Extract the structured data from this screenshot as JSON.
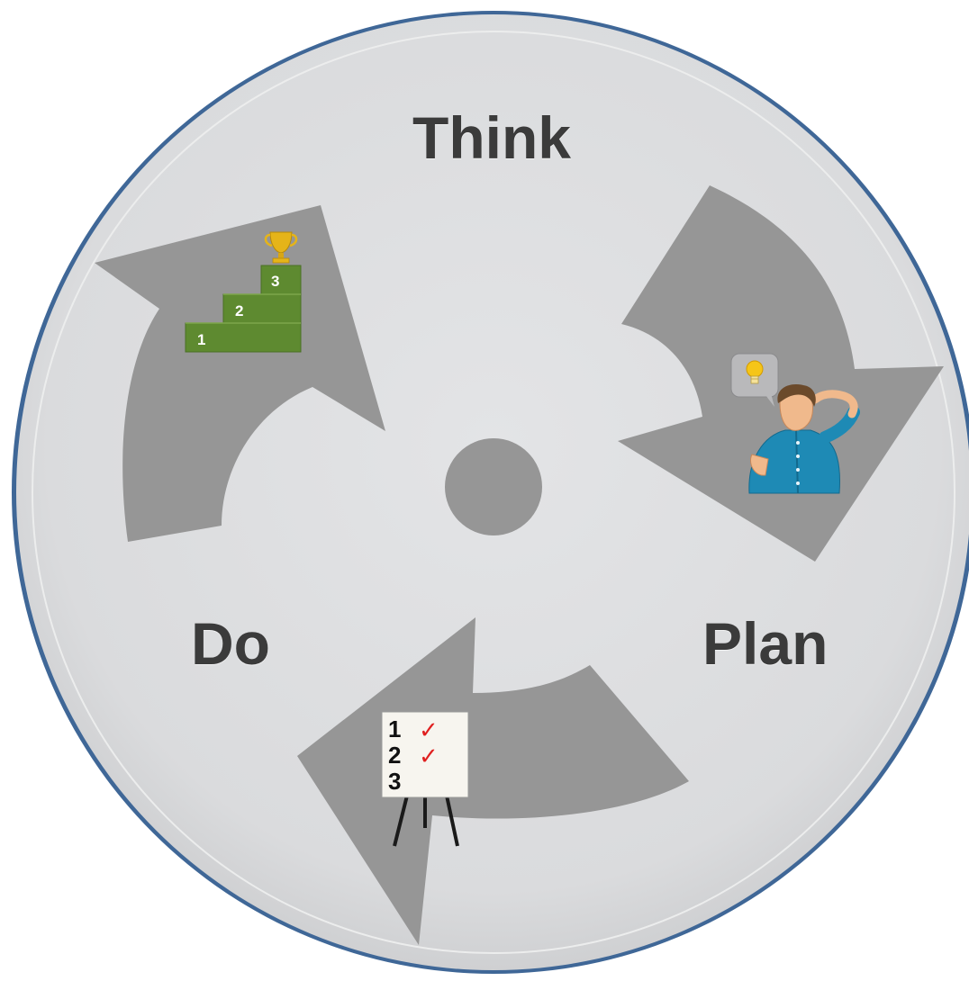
{
  "labels": {
    "think": "Think",
    "plan": "Plan",
    "do": "Do"
  },
  "stairs": {
    "steps": [
      "1",
      "2",
      "3"
    ],
    "icon": "trophy-icon"
  },
  "checklist": {
    "items": [
      {
        "num": "1",
        "checked": true
      },
      {
        "num": "2",
        "checked": true
      },
      {
        "num": "3",
        "checked": false
      }
    ],
    "check_mark": "✓"
  },
  "thinker": {
    "icon": "lightbulb-icon"
  },
  "colors": {
    "disc": "#dcdddf",
    "disc_rim": "#4a6f9e",
    "arrow": "#969696",
    "hub": "#969696",
    "label": "#3b3b3b",
    "stairs": "#5e8a30",
    "check": "#e02020"
  }
}
